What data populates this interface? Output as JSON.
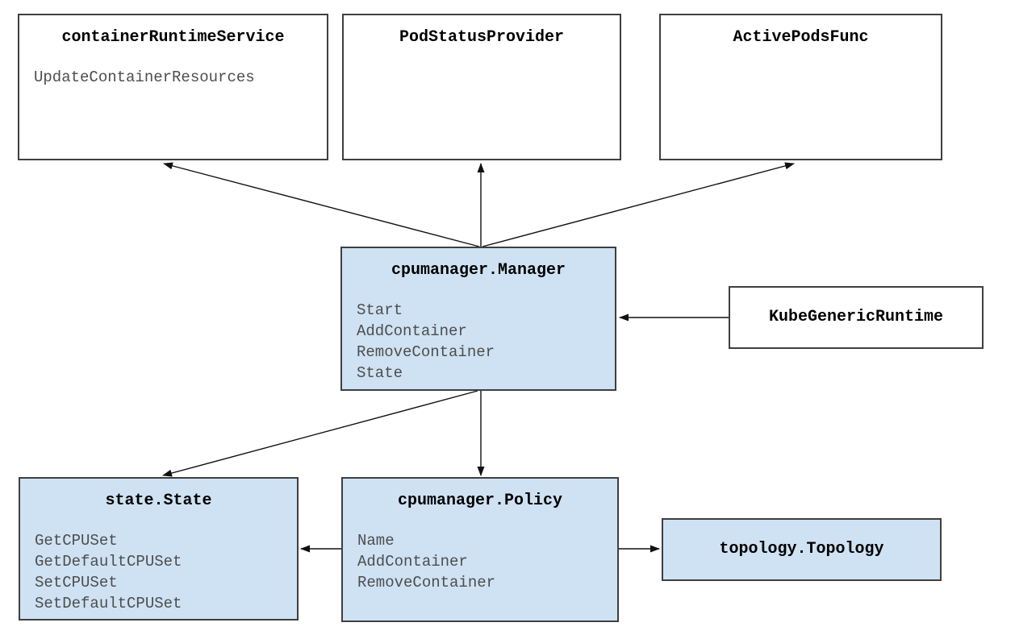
{
  "diagram": {
    "name": "cpumanager architecture diagram",
    "colors": {
      "highlight_fill": "#cfe2f3",
      "plain_fill": "#ffffff",
      "border": "#3f3f3f",
      "title_text": "#000000",
      "method_text": "#4d4d4d",
      "arrow": "#111111"
    },
    "nodes": [
      {
        "id": "containerRuntimeService",
        "title": "containerRuntimeService",
        "methods": [
          "UpdateContainerResources"
        ],
        "highlighted": false
      },
      {
        "id": "PodStatusProvider",
        "title": "PodStatusProvider",
        "methods": [],
        "highlighted": false
      },
      {
        "id": "ActivePodsFunc",
        "title": "ActivePodsFunc",
        "methods": [],
        "highlighted": false
      },
      {
        "id": "cpumanager.Manager",
        "title": "cpumanager.Manager",
        "methods": [
          "Start",
          "AddContainer",
          "RemoveContainer",
          "State"
        ],
        "highlighted": true
      },
      {
        "id": "KubeGenericRuntime",
        "title": "KubeGenericRuntime",
        "methods": [],
        "highlighted": false
      },
      {
        "id": "state.State",
        "title": "state.State",
        "methods": [
          "GetCPUSet",
          "GetDefaultCPUSet",
          "SetCPUSet",
          "SetDefaultCPUSet"
        ],
        "highlighted": true
      },
      {
        "id": "cpumanager.Policy",
        "title": "cpumanager.Policy",
        "methods": [
          "Name",
          "AddContainer",
          "RemoveContainer"
        ],
        "highlighted": true
      },
      {
        "id": "topology.Topology",
        "title": "topology.Topology",
        "methods": [],
        "highlighted": true
      }
    ],
    "edges": [
      {
        "from": "cpumanager.Manager",
        "to": "containerRuntimeService"
      },
      {
        "from": "cpumanager.Manager",
        "to": "PodStatusProvider"
      },
      {
        "from": "cpumanager.Manager",
        "to": "ActivePodsFunc"
      },
      {
        "from": "KubeGenericRuntime",
        "to": "cpumanager.Manager"
      },
      {
        "from": "cpumanager.Manager",
        "to": "state.State"
      },
      {
        "from": "cpumanager.Manager",
        "to": "cpumanager.Policy"
      },
      {
        "from": "cpumanager.Policy",
        "to": "state.State"
      },
      {
        "from": "cpumanager.Policy",
        "to": "topology.Topology"
      }
    ]
  }
}
